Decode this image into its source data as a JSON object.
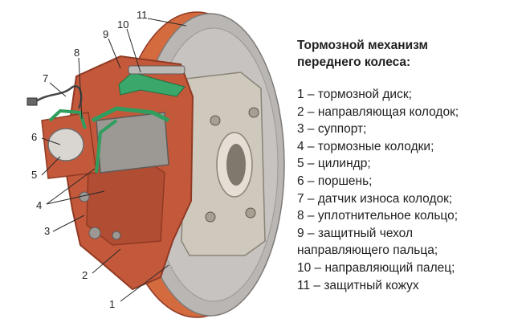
{
  "title_lines": [
    "Тормозной механизм",
    "переднего колеса:"
  ],
  "legend": [
    "1 – тормозной диск;",
    "2 – направляющая колодок;",
    "3 – суппорт;",
    "4 – тормозные колодки;",
    "5 – цилиндр;",
    "6 – поршень;",
    "7 – датчик износа колодок;",
    "8 – уплотнительное кольцо;",
    "9 – защитный чехол направляющего пальца;",
    "10 – направляющий палец;",
    "11 – защитный кожух"
  ],
  "callouts": [
    "1",
    "2",
    "3",
    "4",
    "5",
    "6",
    "7",
    "8",
    "9",
    "10",
    "11"
  ],
  "colors": {
    "caliper": "#c4583a",
    "caliper_dark": "#8f3a24",
    "disc": "#b9b6b3",
    "disc_dark": "#8d8a87",
    "hub": "#cfc8bd",
    "pad_green": "#2f9e5e",
    "shield": "#d36b3f"
  }
}
